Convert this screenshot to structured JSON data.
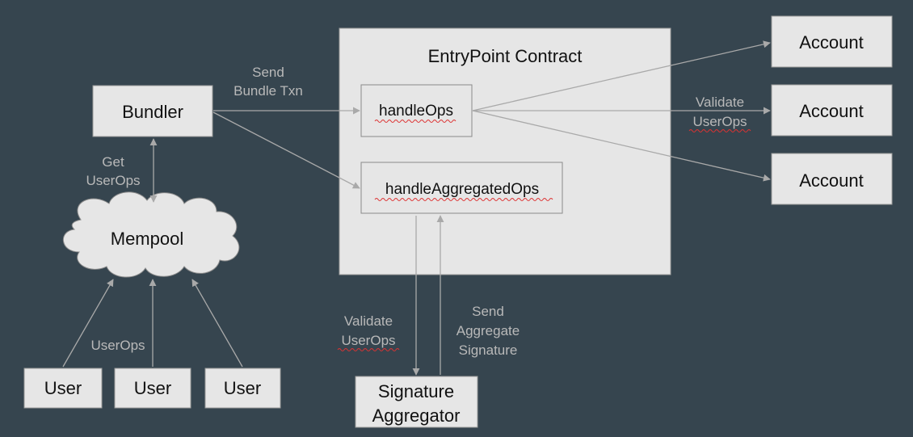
{
  "colors": {
    "background": "#36454f",
    "box_fill": "#e6e6e6",
    "box_stroke": "#9a9a9a",
    "inner_stroke": "#8a8a8a",
    "arrow": "#a9a9a9",
    "edge_text": "#b9b9b9",
    "spellcheck": "#dd3333"
  },
  "nodes": {
    "entrypoint": "EntryPoint Contract",
    "handle_ops": "handleOps",
    "handle_aggregated_ops": "handleAggregatedOps",
    "bundler": "Bundler",
    "mempool": "Mempool",
    "accounts": [
      "Account",
      "Account",
      "Account"
    ],
    "users": [
      "User",
      "User",
      "User"
    ],
    "signature_aggregator": [
      "Signature",
      "Aggregator"
    ]
  },
  "edge_labels": {
    "send_bundle": [
      "Send",
      "Bundle Txn"
    ],
    "get_userops": [
      "Get",
      "UserOps"
    ],
    "validate_userops_accounts": [
      "Validate",
      "UserOps"
    ],
    "validate_userops_aggregator": [
      "Validate",
      "UserOps"
    ],
    "send_aggregate_signature": [
      "Send",
      "Aggregate",
      "Signature"
    ],
    "userops": "UserOps"
  }
}
